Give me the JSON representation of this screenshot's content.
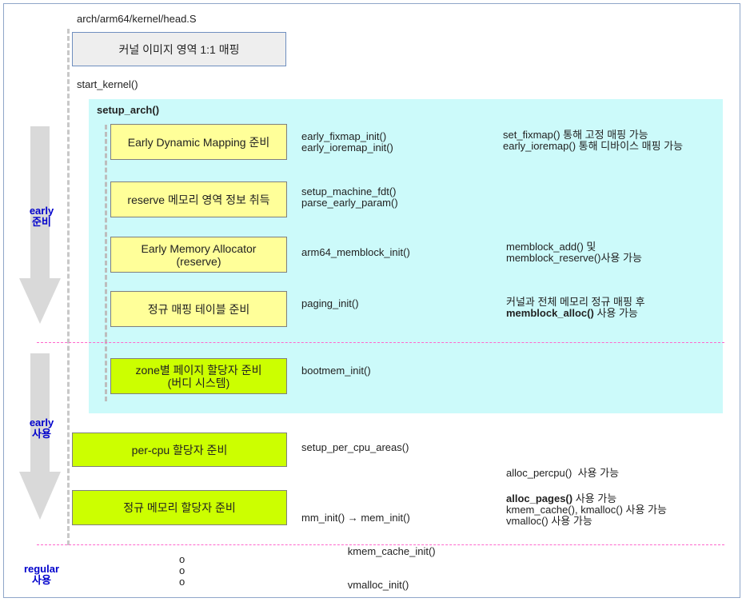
{
  "header": {
    "file_path": "arch/arm64/kernel/head.S",
    "start_kernel": "start_kernel()",
    "setup_arch": "setup_arch()"
  },
  "top_box": "커널 이미지 영역 1:1 매핑",
  "steps": [
    {
      "box": [
        "Early Dynamic Mapping 준비"
      ],
      "box_color": "yellow",
      "funcs": [
        "early_fixmap_init()",
        "early_ioremap_init()"
      ],
      "notes": [
        [
          "set_fixmap() 통해 고정 매핑 가능",
          ""
        ],
        [
          "early_ioremap() 통해 디바이스 매핑 가능",
          ""
        ]
      ]
    },
    {
      "box": [
        "reserve 메모리 영역 정보 취득"
      ],
      "box_color": "yellow",
      "funcs": [
        "setup_machine_fdt()",
        "parse_early_param()"
      ],
      "notes": []
    },
    {
      "box": [
        "Early Memory Allocator",
        "(reserve)"
      ],
      "box_color": "yellow",
      "funcs": [
        "arm64_memblock_init()"
      ],
      "notes": [
        [
          "memblock_add() 및",
          ""
        ],
        [
          "memblock_reserve()사용 가능",
          ""
        ]
      ]
    },
    {
      "box": [
        "정규 매핑 테이블 준비"
      ],
      "box_color": "yellow",
      "funcs": [
        "paging_init()"
      ],
      "notes": [
        [
          "커널과 전체 메모리 정규 매핑 후",
          ""
        ],
        [
          "memblock_alloc()",
          " 사용 가능"
        ]
      ]
    },
    {
      "box": [
        "zone별 페이지 할당자 준비",
        "(버디 시스템)"
      ],
      "box_color": "green",
      "funcs": [
        "bootmem_init()"
      ],
      "notes": []
    },
    {
      "box": [
        "per-cpu 할당자 준비"
      ],
      "box_color": "green",
      "funcs": [
        "setup_per_cpu_areas()"
      ],
      "notes": [
        [
          "alloc_percpu()  사용 가능",
          ""
        ]
      ]
    },
    {
      "box": [
        "정규 메모리 할당자 준비"
      ],
      "box_color": "green",
      "funcs": [
        "mm_init() → mem_init()",
        "                kmem_cache_init()",
        "                vmalloc_init()"
      ],
      "notes": [
        [
          "alloc_pages()",
          " 사용 가능"
        ],
        [
          "kmem_cache(), kmalloc() 사용 가능",
          ""
        ],
        [
          "vmalloc() 사용 가능",
          ""
        ]
      ]
    }
  ],
  "phases": [
    {
      "line1": "early",
      "line2": "준비"
    },
    {
      "line1": "early",
      "line2": "사용"
    },
    {
      "line1": "regular",
      "line2": "사용"
    }
  ],
  "ellipsis": [
    "o",
    "o",
    "o"
  ],
  "colors": {
    "setup_arch_bg": "#ccfafa",
    "yellow_box": "#ffff99",
    "green_box": "#ccff00",
    "gray_box": "#eeeeee",
    "phase_text": "#0000cc",
    "separator": "#ff66cc",
    "arrow": "#d9d9d9"
  }
}
